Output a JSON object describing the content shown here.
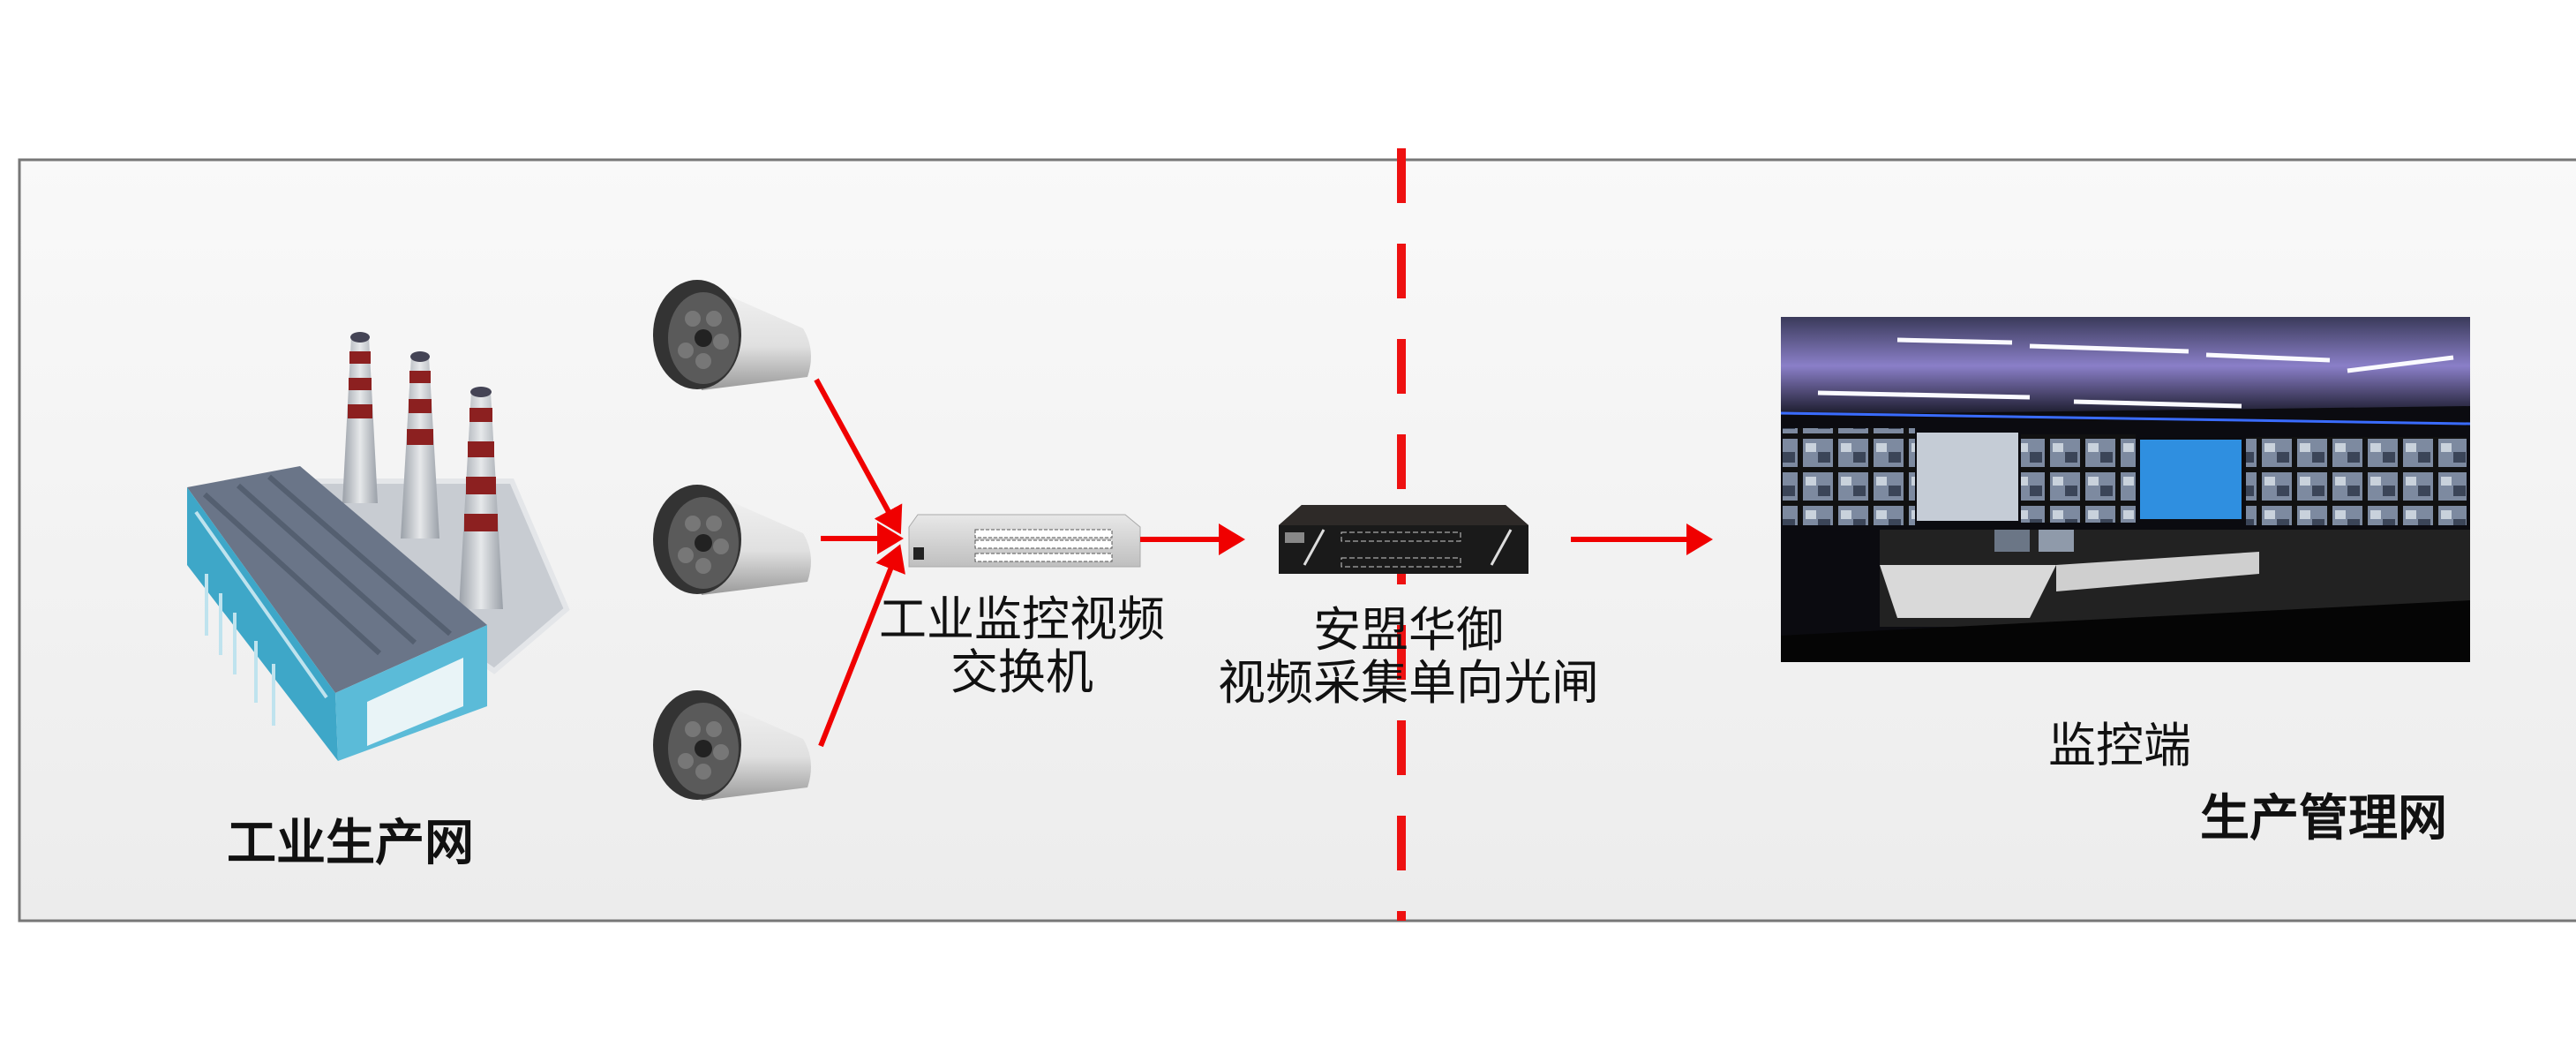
{
  "zones": {
    "left_title": "工业生产网",
    "right_title": "生产管理网"
  },
  "nodes": {
    "switch_label_line1": "工业监控视频",
    "switch_label_line2": "交换机",
    "gateway_label_line1": "安盟华御",
    "gateway_label_line2": "视频采集单向光闸",
    "monitor_label": "监控端"
  },
  "colors": {
    "arrow": "#f00000",
    "divider": "#ee1111",
    "panel_border": "#777777"
  }
}
